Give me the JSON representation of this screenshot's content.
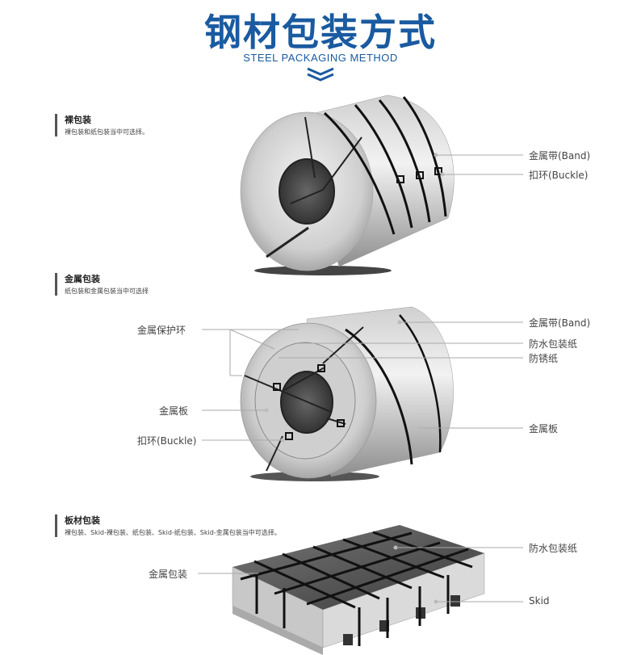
{
  "header": {
    "title": "钢材包装方式",
    "subtitle": "STEEL PACKAGING METHOD",
    "chevron_icon": "double-chevron-down-icon"
  },
  "colors": {
    "brand_blue": "#1a5aa0",
    "label_gray": "#444444",
    "line_gray": "#999999"
  },
  "sections": [
    {
      "title": "裸包装",
      "desc": "裸包装和纸包装当中可选择。",
      "labels": [
        "金属带(Band)",
        "扣环(Buckle)"
      ]
    },
    {
      "title": "金属包装",
      "desc": "纸包装和金属包装当中可选择",
      "labels_left": [
        "金属保护环",
        "金属板",
        "扣环(Buckle)"
      ],
      "labels_right": [
        "金属带(Band)",
        "防水包装纸",
        "防锈纸",
        "金属板"
      ]
    },
    {
      "title": "板材包装",
      "desc": "裸包装、Skid-裸包装、纸包装、Skid-纸包装、Skid-金属包装当中可选择。",
      "labels_left": [
        "金属包装"
      ],
      "labels_right": [
        "防水包装纸",
        "Skid"
      ]
    }
  ]
}
